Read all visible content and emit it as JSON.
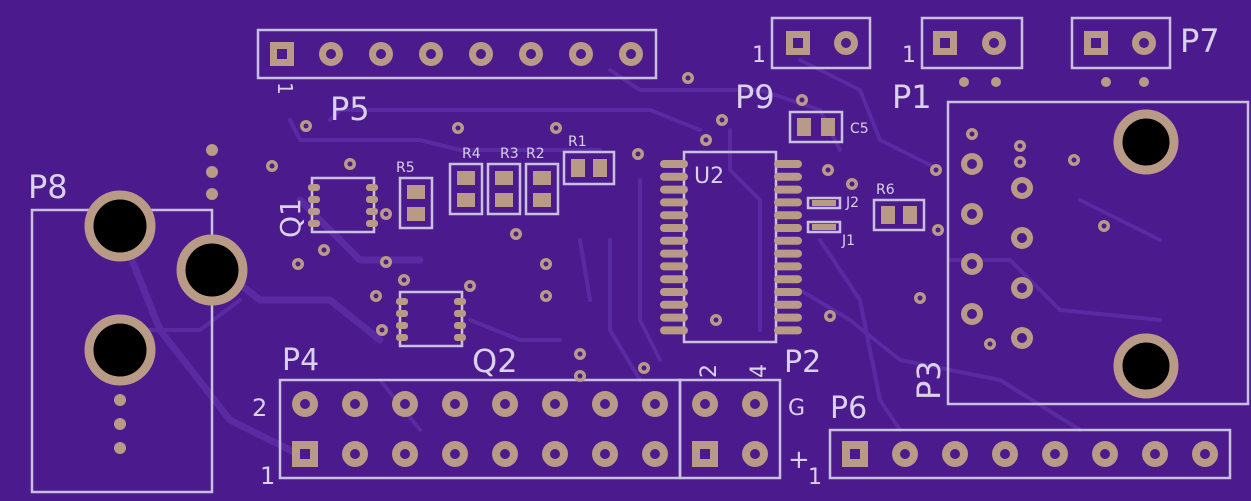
{
  "board": {
    "background": "#4b1a8c",
    "silkscreen_color": "#d9d2ea",
    "pad_color": "#b99a86",
    "trace_color": "#5a2aa3"
  },
  "labels": {
    "p5": "P5",
    "p5_pin1": "1",
    "p9": "P9",
    "p9_pin1": "1",
    "p1": "P1",
    "p1_pin1": "1",
    "p7": "P7",
    "p8": "P8",
    "q1": "Q1",
    "q2": "Q2",
    "u2": "U2",
    "r1": "R1",
    "r2": "R2",
    "r3": "R3",
    "r4": "R4",
    "r5": "R5",
    "r6": "R6",
    "c5": "C5",
    "j1": "J1",
    "j2": "J2",
    "p3": "P3",
    "p4": "P4",
    "p4_pin2": "2",
    "p4_pin1": "1",
    "p2": "P2",
    "p2_pin2": "2",
    "p2_pin4": "4",
    "p6": "P6",
    "p6_g": "G",
    "p6_plus": "+",
    "p6_pin1": "1"
  }
}
